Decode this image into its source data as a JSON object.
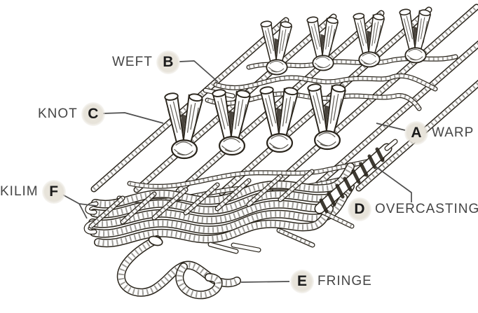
{
  "labels": [
    {
      "letter": "A",
      "text": "WARP"
    },
    {
      "letter": "B",
      "text": "WEFT"
    },
    {
      "letter": "C",
      "text": "KNOT"
    },
    {
      "letter": "D",
      "text": "OVERCASTING"
    },
    {
      "letter": "E",
      "text": "FRINGE"
    },
    {
      "letter": "F",
      "text": "KILIM"
    }
  ],
  "colors": {
    "background": "#ffffff",
    "ink": "#2a251c",
    "label_text": "#454545",
    "badge_fill": "#e8e4db",
    "badge_letter": "#1b1b1b",
    "leader_line": "#4e4e4e"
  }
}
